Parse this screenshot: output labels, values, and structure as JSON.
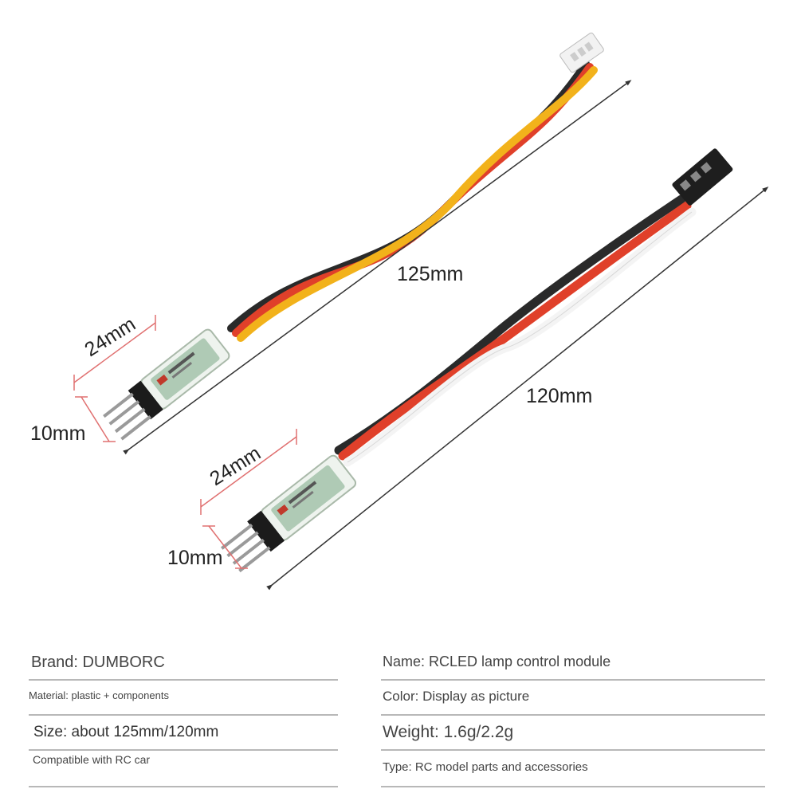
{
  "dimensions": {
    "module_length": "24mm",
    "module_width": "10mm",
    "cable_top_length": "125mm",
    "cable_bottom_length": "120mm"
  },
  "specs": {
    "brand": "Brand: DUMBORC",
    "name": "Name: RCLED lamp control module",
    "material": "Material: plastic + components",
    "color": "Color: Display as picture",
    "size": "Size: about 125mm/120mm",
    "weight": "Weight: 1.6g/2.2g",
    "compatible": "Compatible with RC car",
    "type": "Type: RC model parts and accessories"
  },
  "colors": {
    "wire_yellow": "#f2b21b",
    "wire_red": "#e0402a",
    "wire_black": "#2a2a2a",
    "wire_white": "#f4f4f4",
    "pcb_green": "#3a7d4a",
    "divider": "#b8b8b8"
  }
}
